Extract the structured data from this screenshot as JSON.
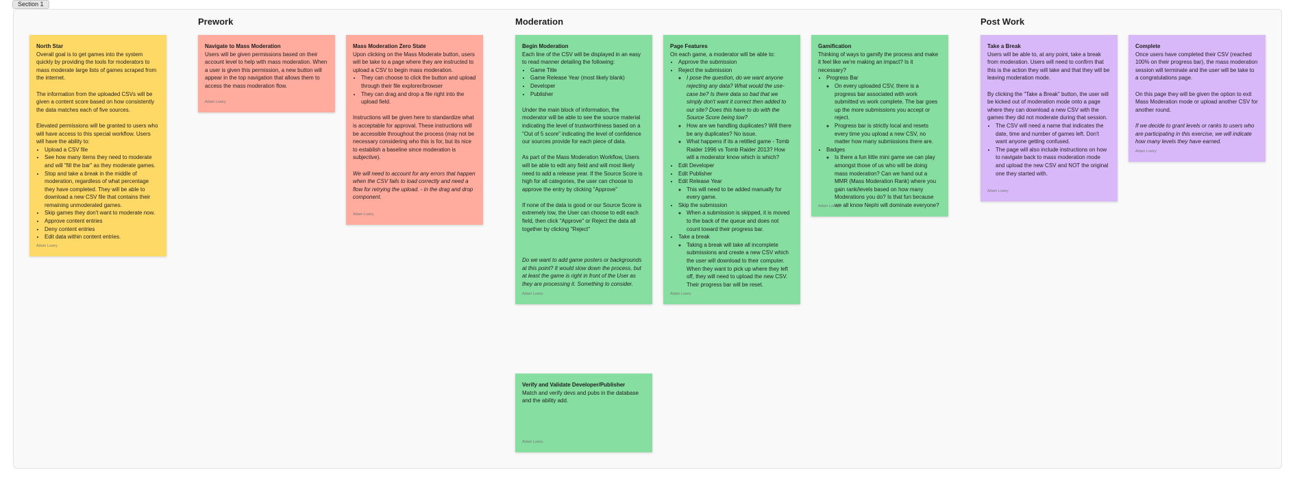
{
  "section_label": "Section 1",
  "columns": {
    "prework": "Prework",
    "moderation": "Moderation",
    "post_work": "Post Work"
  },
  "author": "Adam Lowry",
  "colors": {
    "yellow": "#ffd966",
    "red": "#ffab9e",
    "green": "#86dea0",
    "purple": "#d9b8fa",
    "section_bg": "#f9f9fa"
  },
  "north_star": {
    "title": "North Star",
    "p1": "Overall goal is to get games into the system quickly by providing the tools for moderators to mass moderate large lists of games scraped from the internet.",
    "p2": "The information from the uploaded CSVs will be given a content score based on how consistently the data matches each of five sources.",
    "p3": "Elevated permissions will be granted to users who will have access to this special workflow. Users will have the ability to:",
    "bullets": [
      "Upload a CSV file",
      "See how many items they need to moderate and will \"fill the bar\" as they moderate games.",
      "Stop and take a break in the middle of moderation, regardless of what percentage they have completed. They will be able to download a new CSV file that contains their remaining unmoderated games.",
      "Skip games they don't want to moderate now.",
      "Approve content entries",
      "Deny content entries",
      "Edit data within content entries."
    ]
  },
  "navigate": {
    "title": "Navigate to Mass Moderation",
    "p1": "Users will be given permissions based on their account level to help with mass moderation. When a user is given this permission, a new button will appear in the top navigation that allows them to access the mass moderation flow."
  },
  "zero_state": {
    "title": "Mass Moderation Zero State",
    "p1": "Upon clicking on the Mass Moderate button, users will be take to a page where they are instructed to upload a CSV to begin mass moderation.",
    "bullets": [
      "They can choose to click the button and upload through their file explorer/browser",
      "They can drag and drop a file right into the upload field."
    ],
    "p2": "Instructions will be given here to standardize what is acceptable for approval. These instructions will be accessible throughout the process (may not be necessary considering who this is for, but its nice to establish a baseline since moderation is subjective).",
    "p3": "We will need to account for any errors that happen when the CSV fails to load correctly and need a flow for retrying the upload. - in the drag and drop component."
  },
  "begin_moderation": {
    "title": "Begin Moderation",
    "p1": "Each line of the CSV will be displayed in an easy to read manner detailing the following:",
    "bullets": [
      "Game Title",
      "Game Release Year (most likely blank)",
      "Developer",
      "Publisher"
    ],
    "p2": "Under the main block of information, the moderator will be able to see the source material indicating the level of trustworthiness based on a \"Out of 5 score\" indicating the level of confidence our sources provide for each piece of data.",
    "p3": "As part of the Mass Moderation Workflow, Users will be able to edit any field and will most likely need to add a release year. If the Source Score is high for all categories, the user can choose to approve the entry by clicking \"Approve\"",
    "p4": "If none of the data is good or our Source Score is extremely low, the User can choose to edit each field, then click \"Approve\" or Reject the data all together by clicking \"Reject\"",
    "p5": "Do we want to add game posters or backgrounds at this point? It would slow down the process, but at least the game is right in front of the User as they are processing it. Something to consider."
  },
  "page_features": {
    "title": "Page Features",
    "p1": "On each game, a moderator will be able to:",
    "approve": "Approve the submission",
    "reject": "Reject the submission",
    "reject_sub1": "I pose the question, do we want anyone rejecting any data? What would the use-case be? Is there data so bad that we simply don't want it correct then added to our site? Does this have to do with the Source Score being low?",
    "reject_sub2": "How are we handling duplicates? Will there be any duplicates? No issue.",
    "reject_sub3": "What happens if its a retitled game - Tomb Raider 1996 vs Tomb Raider 2013? How will a moderator know which is which?",
    "edit_dev": "Edit Developer",
    "edit_pub": "Edit Publisher",
    "edit_year": "Edit Release Year",
    "edit_year_sub": "This will need to be added manually for every game.",
    "skip": "Skip the submission",
    "skip_sub": "When a submission is skipped, it is moved to the back of the queue and does not count toward their progress bar.",
    "break": "Take a break",
    "break_sub": "Taking a break will take all incomplete submissions and create a new CSV which the user will download to their computer. When they want to pick up where they left off, they will need to upload the new CSV. Their progress bar will be reset."
  },
  "gamification": {
    "title": "Gamification",
    "p1": "Thinking of ways to gamify the process and make it feel like we're making an impact? Is it necessary?",
    "progress": "Progress Bar",
    "progress_sub1": "On every uploaded CSV, there is a progress bar associated with work submitted vs work complete. The bar goes up the more submissions you accept or reject.",
    "progress_sub2": "Progress bar is strictly local and resets every time you upload a new CSV, no matter how many submissions there are.",
    "badges": "Badges",
    "badges_sub": "Is there a fun little mini game we can play amongst those of us who will be doing mass moderation? Can we hand out a MMR (Mass Moderation Rank) where you gain rank/levels based on how many Moderations you do? Is that fun because we all know Nephi will dominate everyone?"
  },
  "verify": {
    "title": "Verify and Validate Developer/Publisher",
    "p1": "Match and verify devs and pubs in the database and the ability add."
  },
  "take_break": {
    "title": "Take a Break",
    "p1": "Users will be able to, at any point, take a break from moderation. Users will need to confirm that this is the action they will take and that they will be leaving moderation mode.",
    "p2": "By clicking the \"Take a Break\" button, the user will be kicked out of moderation mode onto a page where they can download a new CSV with the games they did not moderate during that session.",
    "bullets": [
      "The CSV will need a name that indicates the date, time and number of games left. Don't want anyone getting confused.",
      "The page will also include instructions on how to navigate back to mass moderation mode and upload the new CSV and NOT the original one they started with."
    ]
  },
  "complete": {
    "title": "Complete",
    "p1": "Once users have completed their CSV (reached 100% on their progress bar), the mass moderation session will terminate and the user will be take to a congratulations page.",
    "p2": "On this page they will be given the option to exit Mass Moderation mode or upload another CSV for another round.",
    "p3": "If we decide to grant levels or ranks to users who are participating in this exercise, we will indicate how many levels they have earned."
  }
}
